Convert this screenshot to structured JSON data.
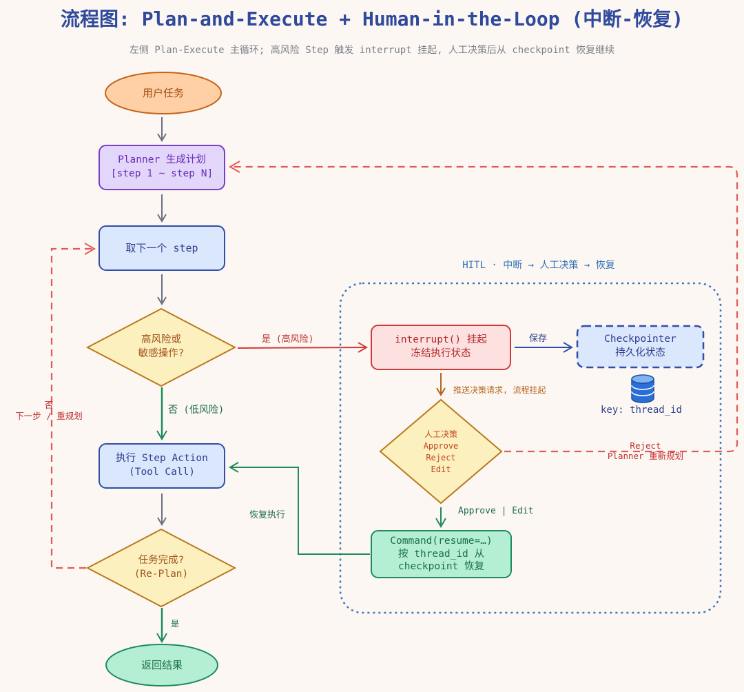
{
  "header": {
    "title": "流程图: Plan-and-Execute + Human-in-the-Loop (中断-恢复)",
    "subtitle": "左侧 Plan-Execute 主循环; 高风险 Step 触发 interrupt 挂起, 人工决策后从 checkpoint 恢复继续"
  },
  "nodes": {
    "user_task": "用户任务",
    "planner_line1": "Planner 生成计划",
    "planner_line2": "[step 1 ~ step N]",
    "next_step": "取下一个 step",
    "risk_line1": "高风险或",
    "risk_line2": "敏感操作?",
    "exec_line1": "执行 Step Action",
    "exec_line2": "(Tool Call)",
    "done_line1": "任务完成?",
    "done_line2": "(Re-Plan)",
    "return_result": "返回结果",
    "interrupt_line1": "interrupt() 挂起",
    "interrupt_line2": "冻结执行状态",
    "checkpointer_line1": "Checkpointer",
    "checkpointer_line2": "持久化状态",
    "checkpointer_key": "key: thread_id",
    "decision_line1": "人工决策",
    "decision_line2": "Approve",
    "decision_line3": "Reject",
    "decision_line4": "Edit",
    "command_line1": "Command(resume=…)",
    "command_line2": "按 thread_id 从",
    "command_line3": "checkpoint 恢复"
  },
  "edges": {
    "yes_high_risk": "是 (高风险)",
    "no_low_risk": "否 (低风险)",
    "save": "保存",
    "push_request": "推送决策请求, 流程挂起",
    "approve_edit": "Approve | Edit",
    "resume_exec": "恢复执行",
    "reject_line1": "Reject",
    "reject_line2": "Planner 重新规划",
    "not_done_line1": "否",
    "not_done_line2": "下一步 / 重规划",
    "done_yes": "是"
  },
  "hitl_group": {
    "label": "HITL · 中断 → 人工决策 → 恢复"
  },
  "icons": {
    "database": "database-icon"
  },
  "colors": {
    "background": "#fcf7f2",
    "title": "#2f4a9c",
    "orange_fill": "#ffd0a6",
    "orange_stroke": "#c4621a",
    "purple_fill": "#e3d6fb",
    "purple_stroke": "#7a3fc8",
    "blue_fill": "#dbe7fc",
    "blue_stroke": "#2f4fa8",
    "yellow_fill": "#fdf0bf",
    "yellow_stroke": "#b8791c",
    "green_fill": "#b4efd3",
    "green_stroke": "#1f8a5c",
    "red_fill": "#fde0e0",
    "red_stroke": "#cf3a3a",
    "gray_arrow": "#6b7280",
    "dashed_red": "#e05a5a",
    "hitl_border": "#3a78c2"
  }
}
